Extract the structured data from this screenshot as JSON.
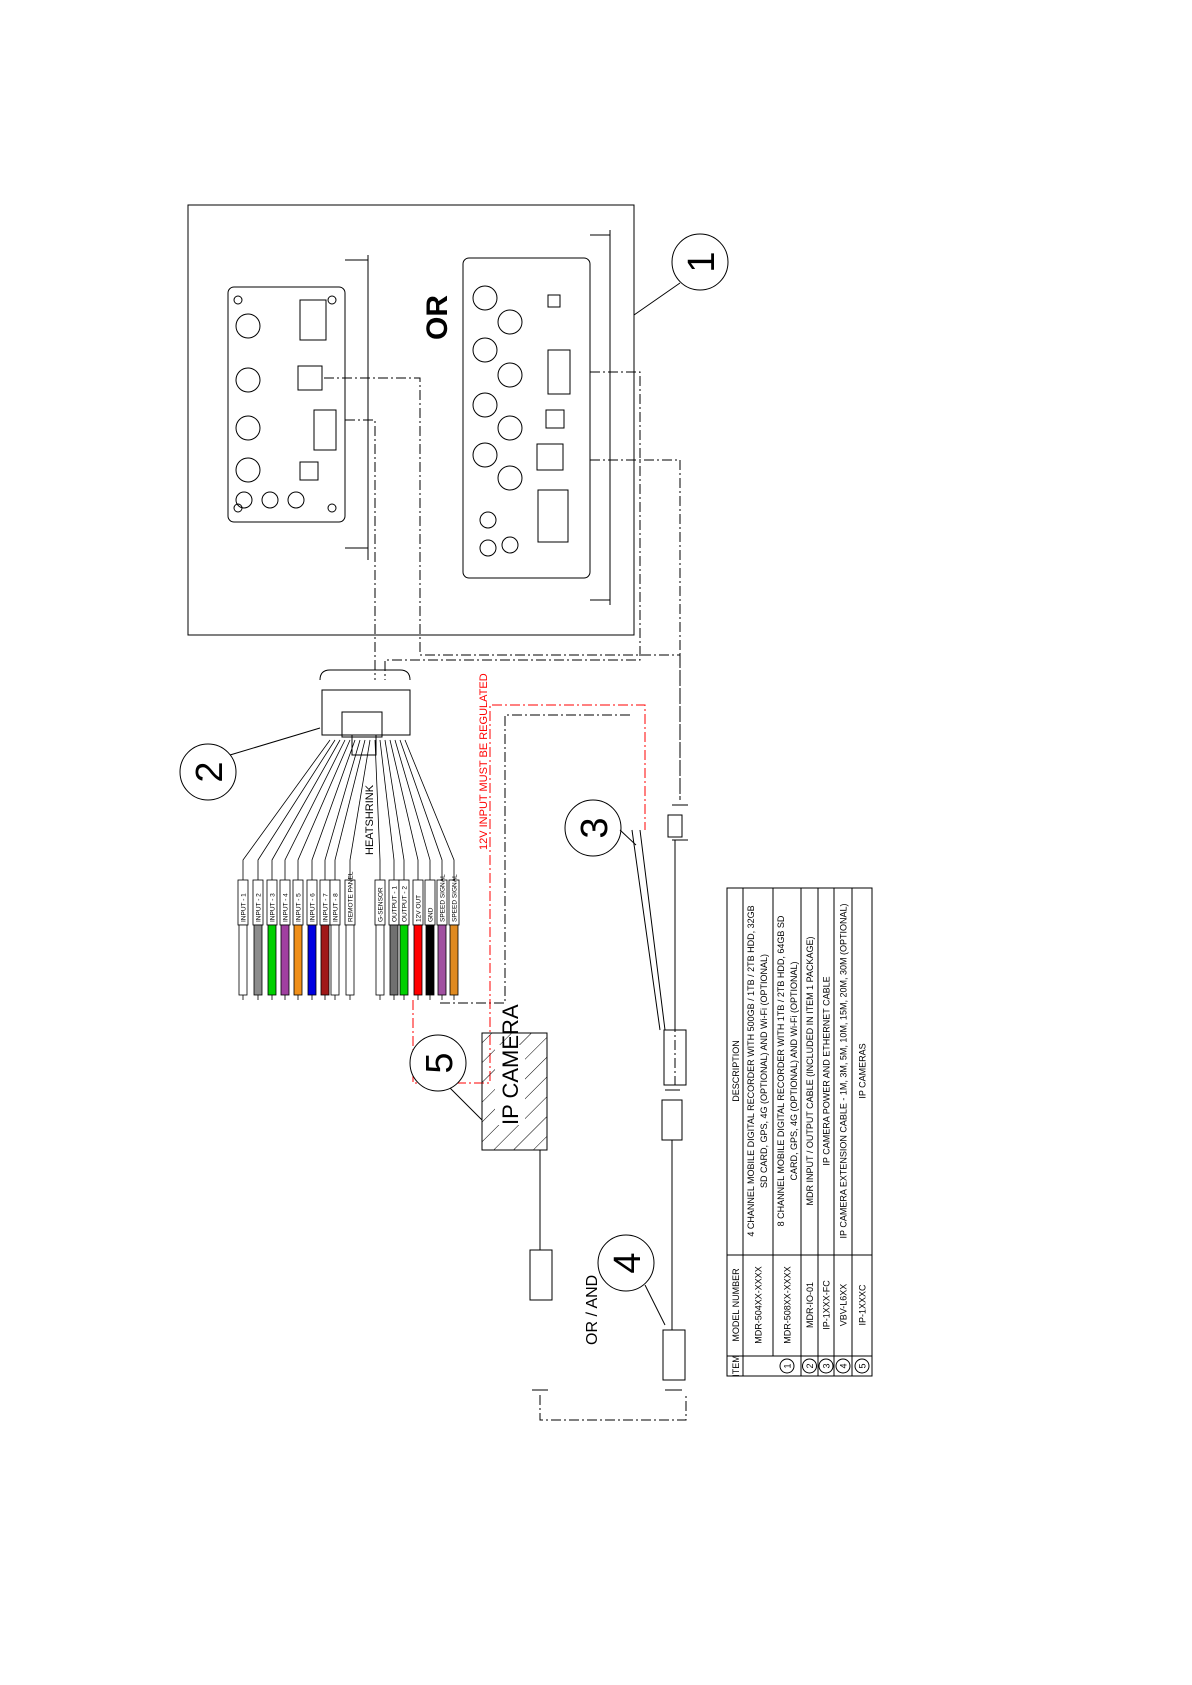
{
  "labels": {
    "or": "OR",
    "or_and": "OR / AND",
    "heatshrink": "HEATSHRINK",
    "warning": "12V INPUT MUST BE REGULATED",
    "ip_camera": "IP CAMERA"
  },
  "balloons": [
    "1",
    "2",
    "3",
    "4",
    "5"
  ],
  "colors": {
    "warning": "#ff0000",
    "line": "#000000"
  },
  "wires": [
    {
      "label": "INPUT - 1",
      "color": "#ffffff"
    },
    {
      "label": "INPUT - 2",
      "color": "#8c8c8c"
    },
    {
      "label": "INPUT - 3",
      "color": "#00d000"
    },
    {
      "label": "INPUT - 4",
      "color": "#a040a0"
    },
    {
      "label": "INPUT - 5",
      "color": "#f0901a"
    },
    {
      "label": "INPUT - 6",
      "color": "#0000e0"
    },
    {
      "label": "INPUT - 7",
      "color": "#a01818"
    },
    {
      "label": "INPUT - 8",
      "color": "#ffffff"
    },
    {
      "label": "REMOTE PANEL",
      "color": "#ffffff"
    },
    {
      "label": "G-SENSOR",
      "color": "#ffffff"
    },
    {
      "label": "OUTPUT - 1",
      "color": "#707070"
    },
    {
      "label": "OUTPUT - 2",
      "color": "#00d000"
    },
    {
      "label": "12V OUT",
      "color": "#ff0000"
    },
    {
      "label": "GND",
      "color": "#000000"
    },
    {
      "label": "SPEED SIGNAL",
      "color": "#a050a0"
    },
    {
      "label": "SPEED SIGNAL",
      "color": "#e08a20"
    }
  ],
  "table": {
    "headers": [
      "ITEM",
      "MODEL NUMBER",
      "DESCRIPTION"
    ],
    "rows": [
      {
        "item": "1",
        "model": "MDR-504XX-XXXX",
        "desc": [
          "4 CHANNEL MOBILE DIGITAL RECORDER WITH 500GB / 1TB / 2TB HDD, 32GB",
          "SD CARD, GPS, 4G (OPTIONAL) AND Wi-Fi (OPTIONAL)"
        ]
      },
      {
        "item": "",
        "model": "MDR-508XX-XXXX",
        "desc": [
          "8 CHANNEL MOBILE DIGITAL RECORDER WITH 1TB / 2TB HDD, 64GB SD",
          "CARD, GPS, 4G (OPTIONAL) AND Wi-Fi (OPTIONAL)"
        ]
      },
      {
        "item": "2",
        "model": "MDR-IO-01",
        "desc": [
          "MDR INPUT / OUTPUT CABLE (INCLUDED IN ITEM 1 PACKAGE)"
        ]
      },
      {
        "item": "3",
        "model": "IP-1XXX-FC",
        "desc": [
          "IP CAMERA POWER AND ETHERNET CABLE"
        ]
      },
      {
        "item": "4",
        "model": "VBV-L6XX",
        "desc": [
          "IP CAMERA EXTENSION CABLE - 1M, 3M, 5M, 10M, 15M, 20M, 30M (OPTIONAL)"
        ]
      },
      {
        "item": "5",
        "model": "IP-1XXXC",
        "desc": [
          "IP CAMERAS"
        ]
      }
    ]
  }
}
